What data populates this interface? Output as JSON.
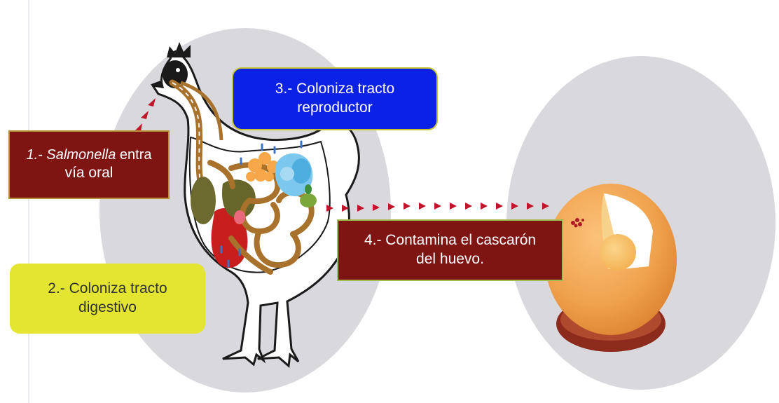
{
  "labels": {
    "step1": {
      "italic": "1.- Salmonella",
      "rest": " entra",
      "line2": "vía oral"
    },
    "step2": {
      "line1": "2.- Coloniza tracto",
      "line2": "digestivo"
    },
    "step3": {
      "line1": "3.- Coloniza tracto",
      "line2": "reproductor"
    },
    "step4": {
      "line1": "4.- Contamina el cascarón",
      "line2": "del huevo."
    }
  },
  "colors": {
    "step1_box": "#7e1513",
    "step2_box": "#e3e531",
    "step3_box": "#0b22e6",
    "step4_box": "#7e1513",
    "arrow": "#c0152b",
    "oval": "#d9d8dc",
    "egg": "#f0a24d",
    "egg_stand": "#8c2a1c"
  }
}
